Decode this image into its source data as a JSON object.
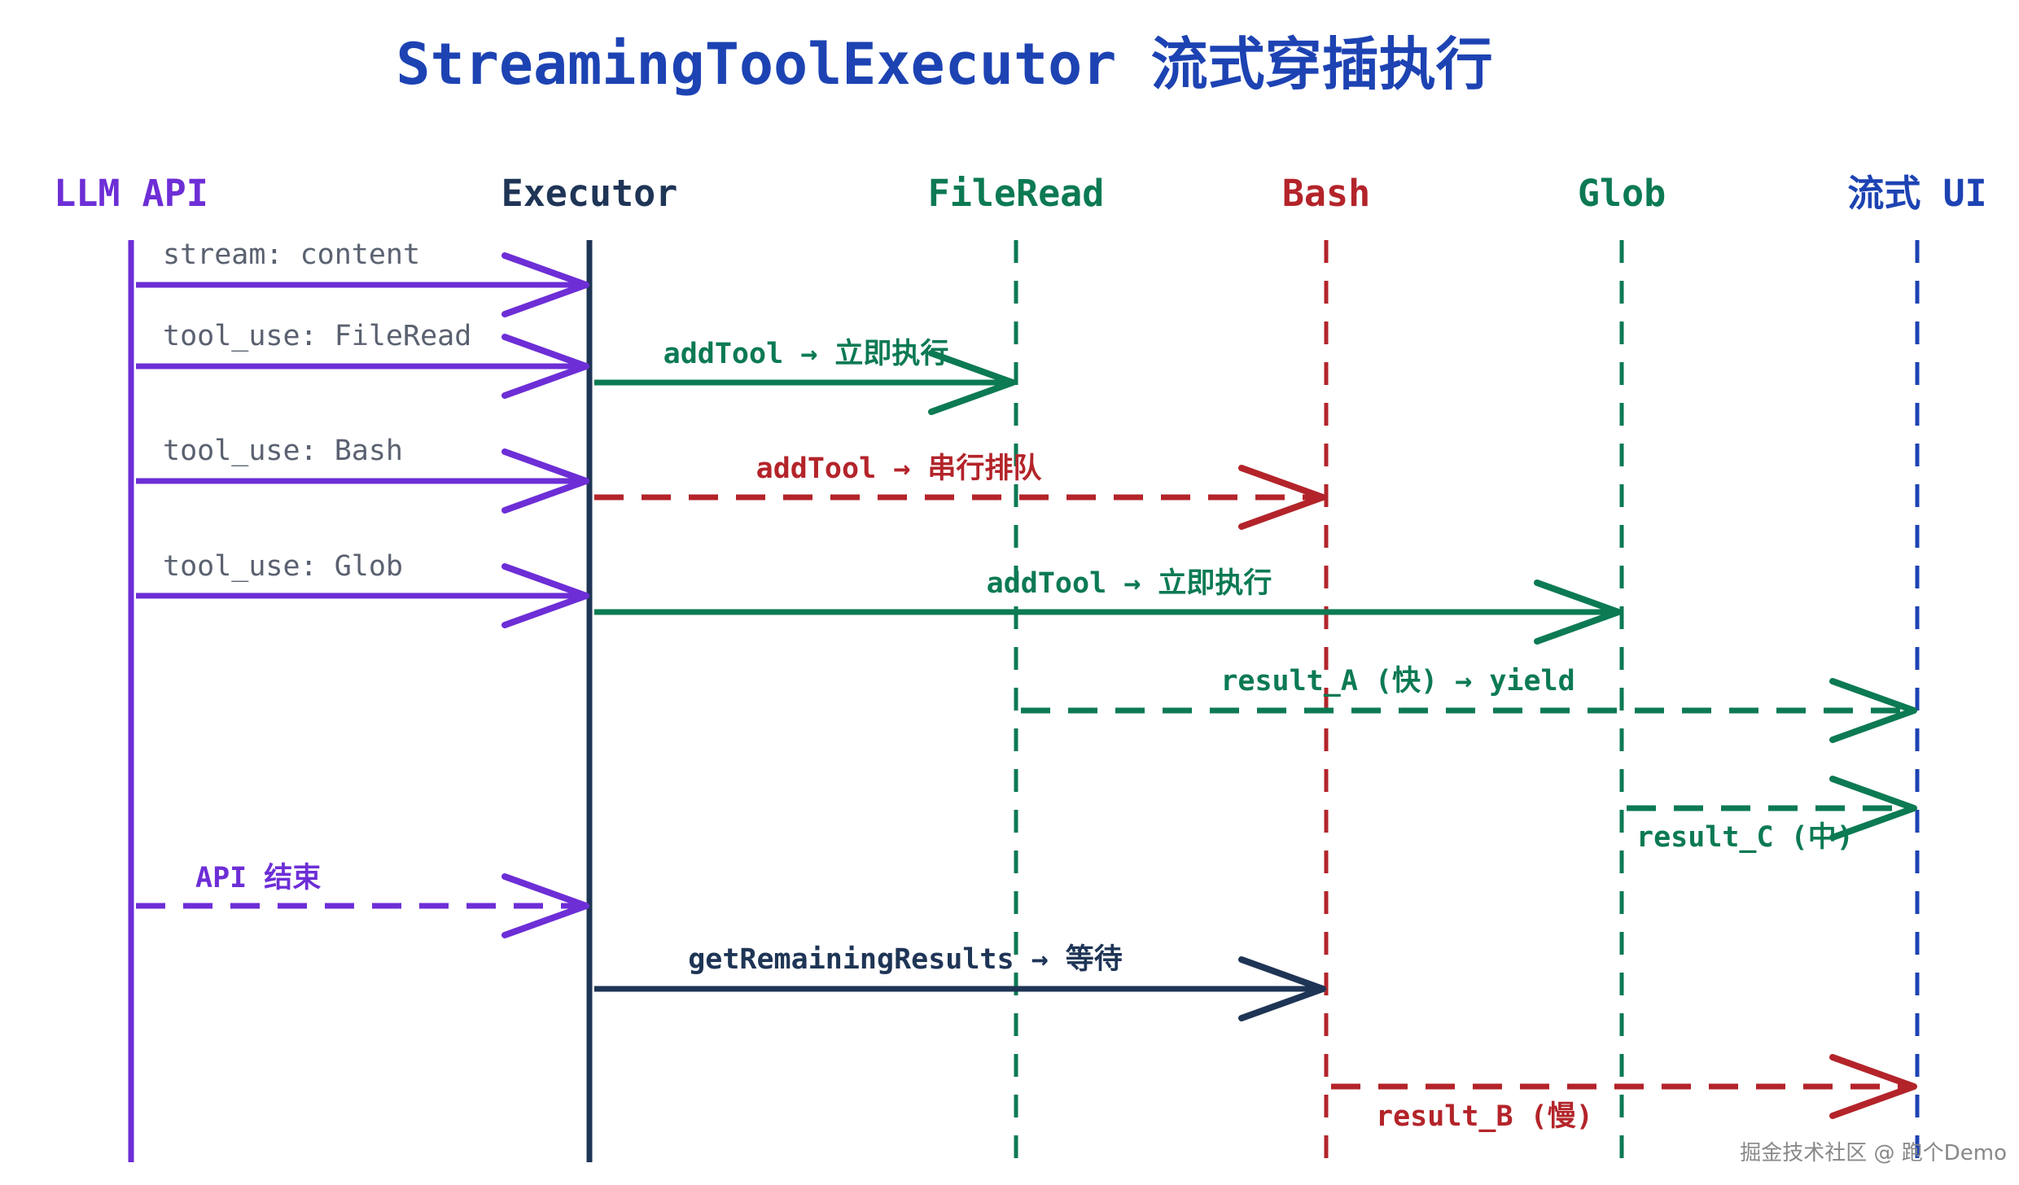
{
  "title": "StreamingToolExecutor 流式穿插执行",
  "watermark": "掘金技术社区 @ 跑个Demo",
  "colors": {
    "title": "#1d43b3",
    "llm": "#6d2ed6",
    "executor": "#1f3556",
    "fileread": "#0c7a53",
    "bash": "#b3242a",
    "glob": "#0c7a53",
    "ui": "#1d43b3",
    "msg_gray": "#5a6170",
    "watermark": "#888888"
  },
  "participants": [
    {
      "key": "llm",
      "label": "LLM API",
      "color_key": "llm",
      "line": "solid"
    },
    {
      "key": "executor",
      "label": "Executor",
      "color_key": "executor",
      "line": "solid"
    },
    {
      "key": "fileread",
      "label": "FileRead",
      "color_key": "fileread",
      "line": "dashed"
    },
    {
      "key": "bash",
      "label": "Bash",
      "color_key": "bash",
      "line": "dashed"
    },
    {
      "key": "glob",
      "label": "Glob",
      "color_key": "glob",
      "line": "dashed"
    },
    {
      "key": "ui",
      "label": "流式 UI",
      "color_key": "ui",
      "line": "dashed"
    }
  ],
  "messages": [
    {
      "from": "llm",
      "to": "executor",
      "label": "stream: content",
      "style": "solid",
      "color_key": "llm",
      "label_color_key": "msg_gray"
    },
    {
      "from": "llm",
      "to": "executor",
      "label": "tool_use: FileRead",
      "style": "solid",
      "color_key": "llm",
      "label_color_key": "msg_gray"
    },
    {
      "from": "executor",
      "to": "fileread",
      "label": "addTool → 立即执行",
      "style": "solid",
      "color_key": "fileread",
      "label_color_key": "fileread"
    },
    {
      "from": "llm",
      "to": "executor",
      "label": "tool_use: Bash",
      "style": "solid",
      "color_key": "llm",
      "label_color_key": "msg_gray"
    },
    {
      "from": "executor",
      "to": "bash",
      "label": "addTool → 串行排队",
      "style": "dashed",
      "color_key": "bash",
      "label_color_key": "bash"
    },
    {
      "from": "llm",
      "to": "executor",
      "label": "tool_use: Glob",
      "style": "solid",
      "color_key": "llm",
      "label_color_key": "msg_gray"
    },
    {
      "from": "executor",
      "to": "glob",
      "label": "addTool → 立即执行",
      "style": "solid",
      "color_key": "glob",
      "label_color_key": "glob"
    },
    {
      "from": "fileread",
      "to": "ui",
      "label": "result_A (快) → yield",
      "style": "dashed",
      "color_key": "fileread",
      "label_color_key": "fileread"
    },
    {
      "from": "glob",
      "to": "ui",
      "label": "result_C (中)",
      "style": "dashed",
      "color_key": "glob",
      "label_color_key": "glob"
    },
    {
      "from": "llm",
      "to": "executor",
      "label": "API 结束",
      "style": "dashed",
      "color_key": "llm",
      "label_color_key": "llm"
    },
    {
      "from": "executor",
      "to": "bash",
      "label": "getRemainingResults → 等待",
      "style": "solid",
      "color_key": "executor",
      "label_color_key": "executor"
    },
    {
      "from": "bash",
      "to": "ui",
      "label": "result_B (慢)",
      "style": "dashed",
      "color_key": "bash",
      "label_color_key": "bash"
    }
  ]
}
